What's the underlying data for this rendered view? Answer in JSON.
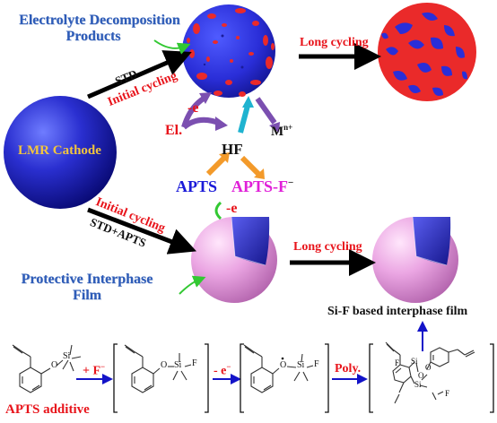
{
  "labels": {
    "electrolyte_line1": "Electrolyte Decomposition",
    "electrolyte_line2": "Products",
    "std": "STD",
    "initial_cycling_top": "Initial cycling",
    "long_cycling_top": "Long cycling",
    "minus_e_top": "-e",
    "el": "El.",
    "m_ion": "M",
    "m_ion_sup": "n+",
    "hf": "HF",
    "apts": "APTS",
    "apts_f": "APTS-F",
    "apts_f_sup": "−",
    "minus_e_mid": "-e",
    "lmr_cathode": "LMR Cathode",
    "initial_cycling_bottom": "Initial cycling",
    "std_apts": "STD+APTS",
    "long_cycling_bottom": "Long cycling",
    "protective_line1": "Protective Interphase",
    "protective_line2": "Film",
    "si_f_film": "Si-F based interphase film",
    "apts_additive": "APTS additive",
    "plus_f": "+ F",
    "plus_f_sup": "−",
    "minus_e_scheme": "- e",
    "minus_e_scheme_sup": "−",
    "poly": "Poly.",
    "chem_o": "O",
    "chem_si": "Si",
    "chem_f": "F"
  },
  "colors": {
    "label_blue": "#2e5cb8",
    "red": "#e8141b",
    "magenta": "#e020d8",
    "orange": "#f39a2a",
    "purple": "#7b4fb0",
    "cyan": "#1fb3d0",
    "green": "#32c832",
    "sphere_blue": "#2326d6",
    "sphere_pink": "#e6a1de",
    "decomp_red": "#ea2a2a",
    "arrow_blue": "#1313c8"
  }
}
